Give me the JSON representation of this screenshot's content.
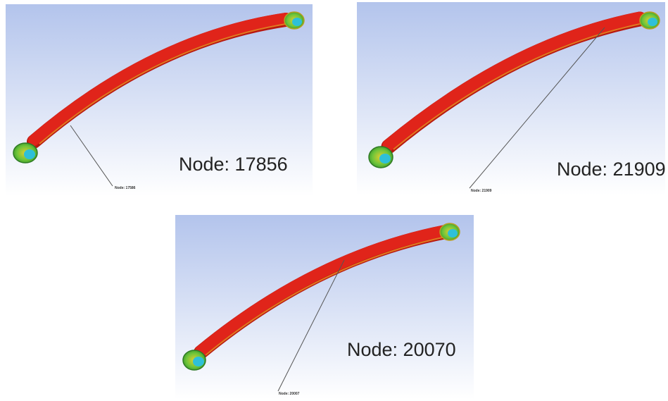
{
  "panels": [
    {
      "title": "Node: 17856",
      "probe_label": "Node: 17586"
    },
    {
      "title": "Node: 21909",
      "probe_label": "Node: 21909"
    },
    {
      "title": "Node: 20070",
      "probe_label": "Node: 20007"
    }
  ],
  "colors": {
    "background_top": "#b3c4ec",
    "background_bottom": "#ffffff",
    "beam_red": "#e0241a",
    "beam_dark": "#b81810",
    "bushing_green": "#6cc43a",
    "bushing_yellow": "#e0d030",
    "bushing_cyan": "#2ec0d8",
    "leader_line": "#555555"
  },
  "icons": [
    "beam-model",
    "bushing-eye"
  ]
}
